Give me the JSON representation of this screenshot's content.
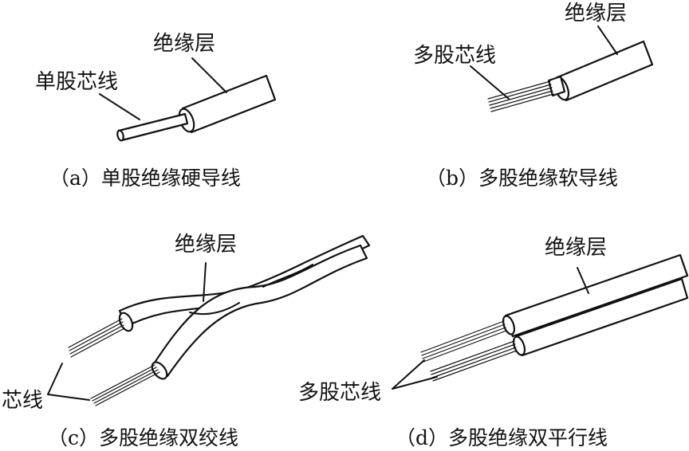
{
  "panels": {
    "a": {
      "insulation": "绝缘层",
      "core": "单股芯线",
      "caption": "（a）单股绝缘硬导线"
    },
    "b": {
      "insulation": "绝缘层",
      "core": "多股芯线",
      "caption": "（b）多股绝缘软导线"
    },
    "c": {
      "insulation": "绝缘层",
      "core": "芯线",
      "caption": "（c）多股绝缘双绞线"
    },
    "d": {
      "insulation": "绝缘层",
      "core": "多股芯线",
      "caption": "（d）多股绝缘双平行线"
    }
  }
}
